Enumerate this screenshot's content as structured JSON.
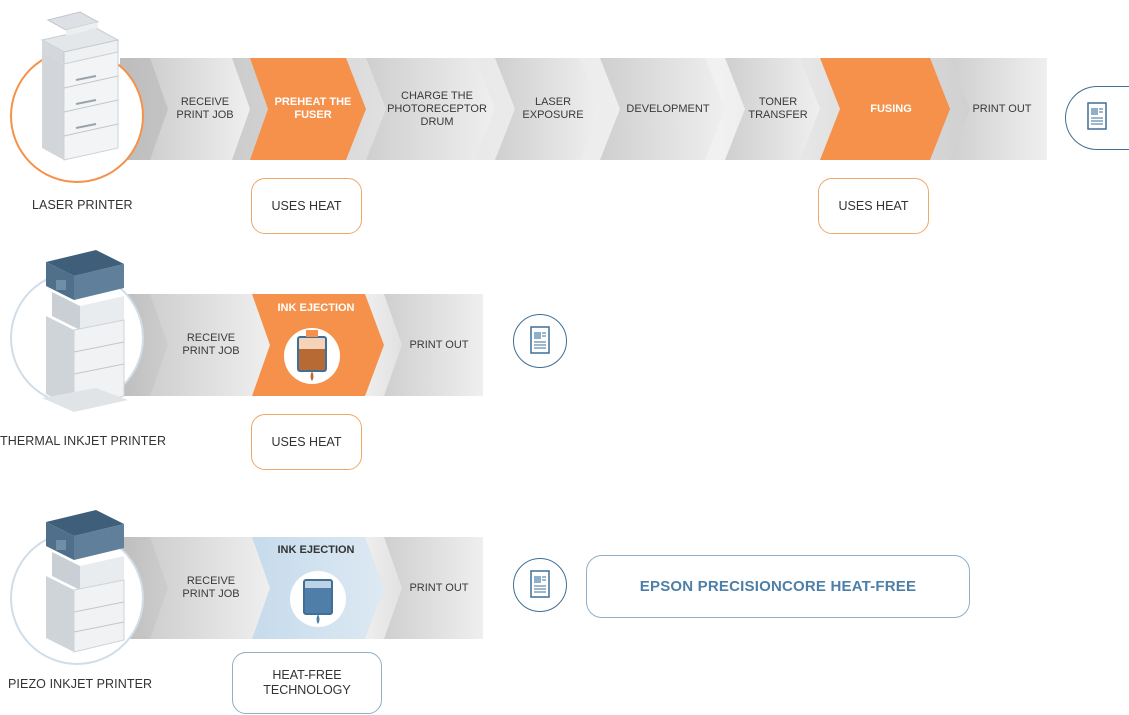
{
  "rows": [
    {
      "label": "LASER PRINTER",
      "steps": [
        {
          "text": "RECEIVE\nPRINT JOB",
          "style": "grey"
        },
        {
          "text": "PREHEAT THE\nFUSER",
          "style": "orange"
        },
        {
          "text": "CHARGE THE\nPHOTORECEPTOR\nDRUM",
          "style": "grey"
        },
        {
          "text": "LASER\nEXPOSURE",
          "style": "grey"
        },
        {
          "text": "DEVELOPMENT",
          "style": "grey"
        },
        {
          "text": "TONER\nTRANSFER",
          "style": "grey"
        },
        {
          "text": "FUSING",
          "style": "orange"
        },
        {
          "text": "PRINT OUT",
          "style": "grey"
        }
      ],
      "tags": [
        "USES HEAT",
        "USES HEAT"
      ]
    },
    {
      "label": "THERMAL INKJET PRINTER",
      "steps": [
        {
          "text": "RECEIVE\nPRINT JOB",
          "style": "grey"
        },
        {
          "text": "INK EJECTION",
          "style": "orange"
        },
        {
          "text": "PRINT OUT",
          "style": "grey"
        }
      ],
      "tags": [
        "USES HEAT"
      ]
    },
    {
      "label": "PIEZO INKJET PRINTER",
      "steps": [
        {
          "text": "RECEIVE\nPRINT JOB",
          "style": "grey"
        },
        {
          "text": "INK EJECTION",
          "style": "blue"
        },
        {
          "text": "PRINT OUT",
          "style": "grey"
        }
      ],
      "tags": [
        "HEAT-FREE\nTECHNOLOGY"
      ],
      "brand": "EPSON PRECISIONCORE HEAT-FREE"
    }
  ],
  "colors": {
    "orange": "#f5914a",
    "grey_light": "#ededed",
    "grey_dark": "#c9c9c9",
    "blue_step": "#cfe0ee",
    "navy": "#3f6f95"
  },
  "icons": [
    "printer-icon",
    "document-icon",
    "ink-cartridge-heat-icon",
    "ink-cartridge-piezo-icon"
  ]
}
